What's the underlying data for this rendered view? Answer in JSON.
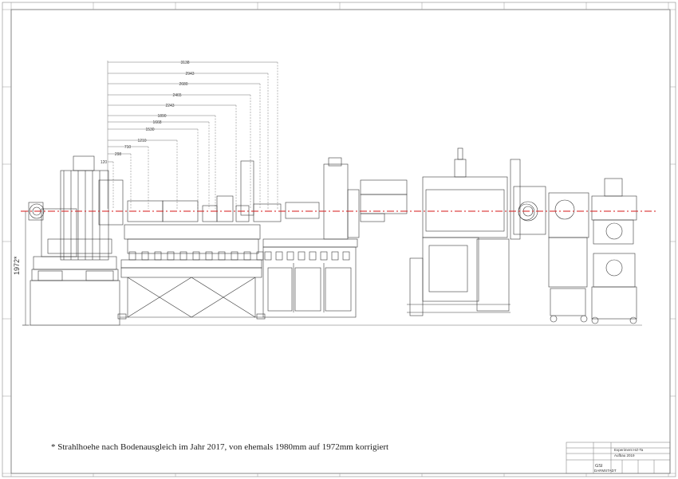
{
  "drawing": {
    "footnote": "* Strahlhoehe nach Bodenausgleich im Jahr 2017, von ehemals 1980mm auf 1972mm korrigiert",
    "beam_height_label": "1972*",
    "colors": {
      "line": "#3a3a3a",
      "beam": "#d61a1a",
      "grid": "#9a9a9a"
    },
    "dimensions": [
      "3138",
      "2943",
      "2680",
      "2465",
      "2243",
      "1890",
      "1668",
      "1530",
      "1210",
      "710",
      "298",
      "120"
    ]
  },
  "title_block": {
    "org": "GSI",
    "city": "DARMSTADT",
    "project": "Experiment HZ-Ta",
    "subtitle": "Aufbau 2019"
  }
}
